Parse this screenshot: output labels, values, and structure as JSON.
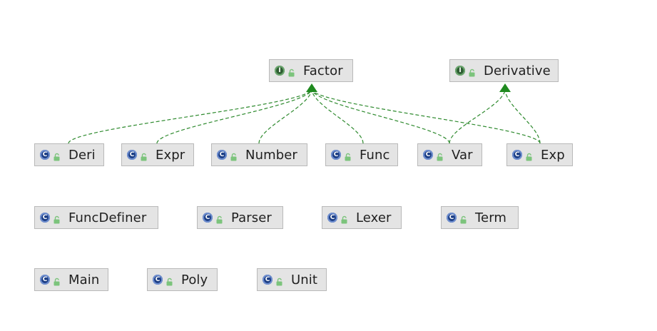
{
  "diagram": {
    "nodes": [
      {
        "id": "factor",
        "label": "Factor",
        "kind": "interface",
        "kind_letter": "I"
      },
      {
        "id": "derivative",
        "label": "Derivative",
        "kind": "interface",
        "kind_letter": "I"
      },
      {
        "id": "deri",
        "label": "Deri",
        "kind": "class",
        "kind_letter": "C"
      },
      {
        "id": "expr",
        "label": "Expr",
        "kind": "class",
        "kind_letter": "C"
      },
      {
        "id": "number",
        "label": "Number",
        "kind": "class",
        "kind_letter": "C"
      },
      {
        "id": "func",
        "label": "Func",
        "kind": "class",
        "kind_letter": "C"
      },
      {
        "id": "var",
        "label": "Var",
        "kind": "class",
        "kind_letter": "C"
      },
      {
        "id": "exp",
        "label": "Exp",
        "kind": "class",
        "kind_letter": "C"
      },
      {
        "id": "funcdefiner",
        "label": "FuncDefiner",
        "kind": "class",
        "kind_letter": "C"
      },
      {
        "id": "parser",
        "label": "Parser",
        "kind": "class",
        "kind_letter": "C"
      },
      {
        "id": "lexer",
        "label": "Lexer",
        "kind": "class",
        "kind_letter": "C"
      },
      {
        "id": "term",
        "label": "Term",
        "kind": "class",
        "kind_letter": "C"
      },
      {
        "id": "main",
        "label": "Main",
        "kind": "class",
        "kind_letter": "C"
      },
      {
        "id": "poly",
        "label": "Poly",
        "kind": "class",
        "kind_letter": "C"
      },
      {
        "id": "unit",
        "label": "Unit",
        "kind": "class",
        "kind_letter": "C"
      }
    ],
    "edges": [
      {
        "from": "deri",
        "to": "factor",
        "type": "implements"
      },
      {
        "from": "expr",
        "to": "factor",
        "type": "implements"
      },
      {
        "from": "number",
        "to": "factor",
        "type": "implements"
      },
      {
        "from": "func",
        "to": "factor",
        "type": "implements"
      },
      {
        "from": "var",
        "to": "factor",
        "type": "implements"
      },
      {
        "from": "exp",
        "to": "factor",
        "type": "implements"
      },
      {
        "from": "var",
        "to": "derivative",
        "type": "implements"
      },
      {
        "from": "exp",
        "to": "derivative",
        "type": "implements"
      }
    ],
    "colors": {
      "edge": "#2e8a2e",
      "arrowhead": "#1f8a1f",
      "node_fill": "#e4e4e4",
      "node_border": "#b9b9b9",
      "class_icon": "#1d3f86",
      "interface_icon": "#2f5e33",
      "lock_icon": "#7cc47c"
    }
  }
}
